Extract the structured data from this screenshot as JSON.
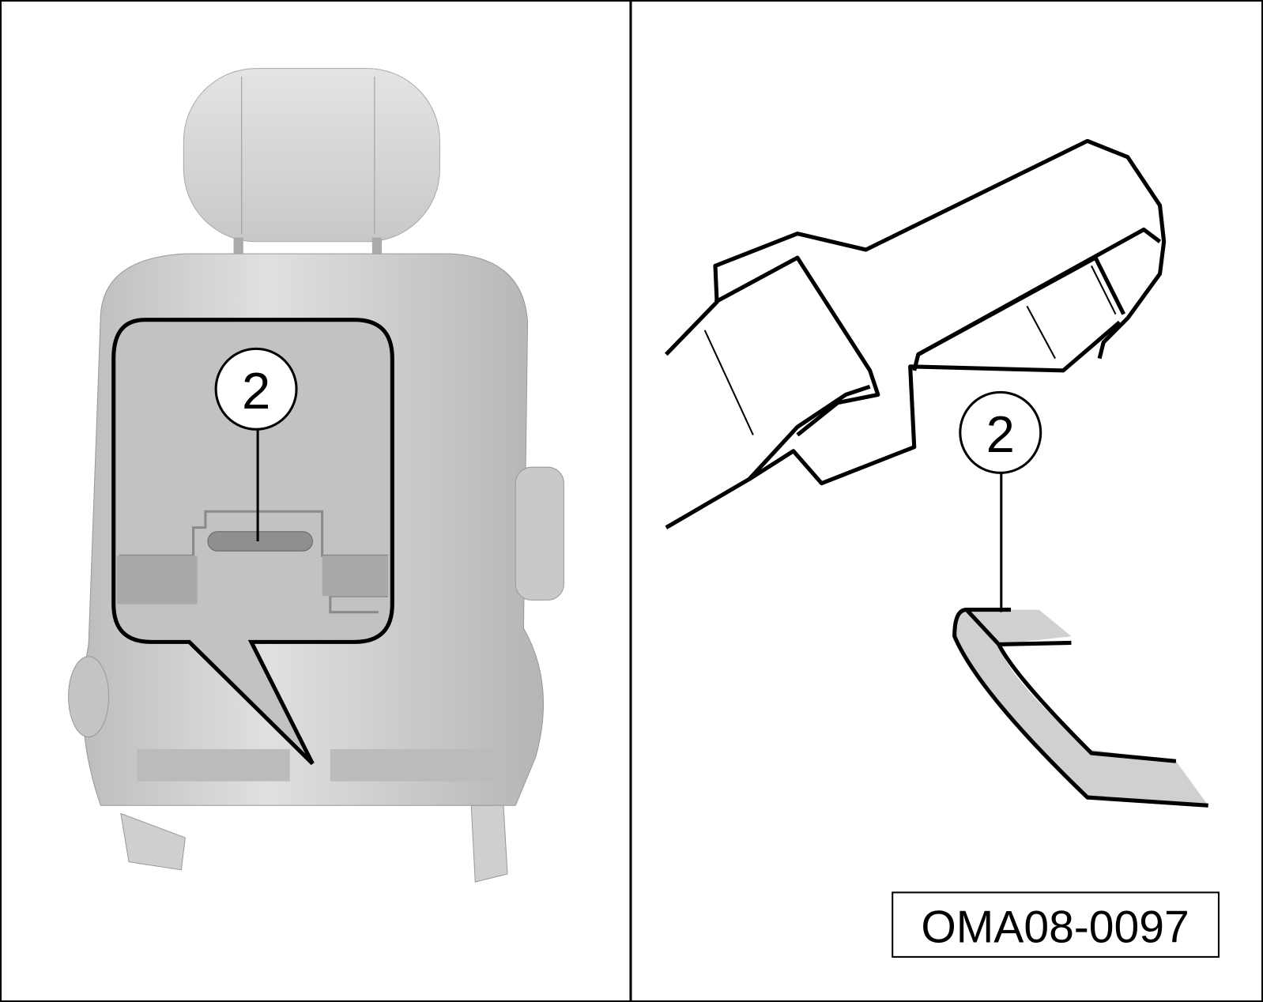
{
  "figure": {
    "left_panel": {
      "callout_number": "2"
    },
    "right_panel": {
      "callout_number": "2"
    },
    "figure_code": "OMA08-0097"
  },
  "colors": {
    "seat_fill": "#d4d4d4",
    "highlight_fill": "#d0d0d0",
    "line": "#000000"
  }
}
